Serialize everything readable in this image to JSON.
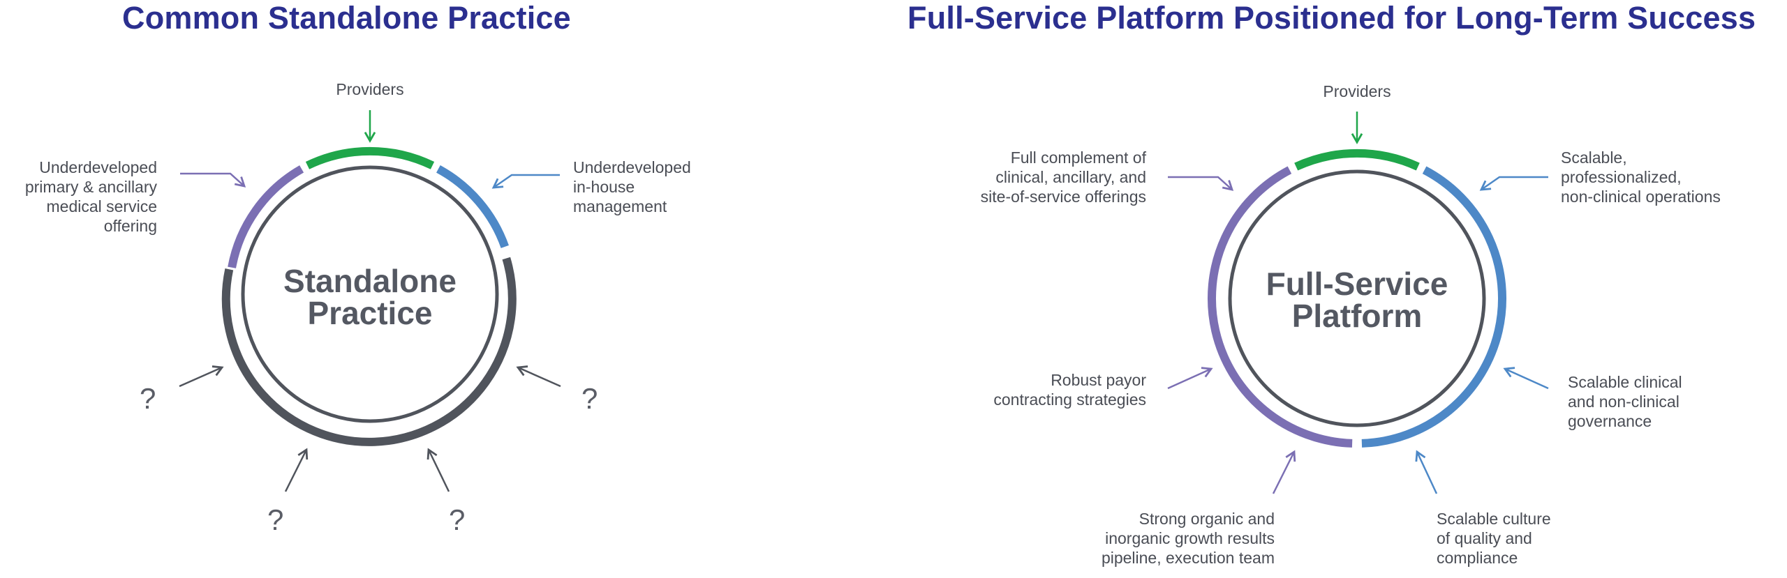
{
  "colors": {
    "title": "#2b2f8f",
    "green": "#1fa64a",
    "purple": "#7b6fb3",
    "blue": "#4d88c7",
    "dark": "#50545c",
    "text": "#4a4d55"
  },
  "left": {
    "title": "Common Standalone Practice",
    "center": [
      "Standalone",
      "Practice"
    ],
    "providers": "Providers",
    "left_label": [
      "Underdeveloped",
      "primary & ancillary",
      "medical service",
      "offering"
    ],
    "right_label": [
      "Underdeveloped",
      "in-house",
      "management"
    ],
    "unknown": "?"
  },
  "right": {
    "title": "Full-Service Platform Positioned for Long-Term Success",
    "center": [
      "Full-Service",
      "Platform"
    ],
    "providers": "Providers",
    "top_left": [
      "Full complement of",
      "clinical, ancillary, and",
      "site-of-service offerings"
    ],
    "top_right": [
      "Scalable,",
      "professionalized,",
      "non-clinical operations"
    ],
    "mid_left": [
      "Robust payor",
      "contracting strategies"
    ],
    "mid_right": [
      "Scalable clinical",
      "and non-clinical",
      "governance"
    ],
    "bottom_left": [
      "Strong organic and",
      "inorganic growth results",
      "pipeline, execution team"
    ],
    "bottom_right": [
      "Scalable culture",
      "of quality and",
      "compliance"
    ]
  }
}
